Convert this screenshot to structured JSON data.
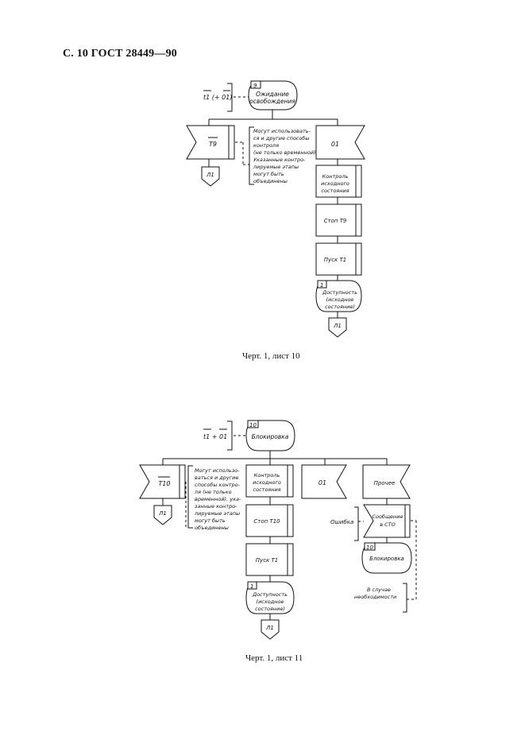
{
  "header": {
    "title": "С. 10 ГОСТ 28449—90"
  },
  "chart1": {
    "condition": "t1 (+ 01)",
    "state_num": "9",
    "state_label": [
      "Ожидание",
      "освобождения"
    ],
    "input_timer": "T9",
    "note": [
      "Могут использовать-",
      "ся и другие способы",
      "контроля",
      "(не только временной)",
      "Указанные контро-",
      "лируемые этапы",
      "могут быть",
      "объединены"
    ],
    "input_signal": "01",
    "connector_left": "Л1",
    "task1": [
      "Контроль",
      "исходного",
      "состояния"
    ],
    "task2": "Стоп Т9",
    "task3": "Пуск Т1",
    "next_state_num": "1",
    "next_state_label": [
      "Доступность",
      "(исходное",
      "состояние)"
    ],
    "connector_bottom": "Л1",
    "caption": "Черт. 1, лист 10"
  },
  "chart2": {
    "condition": "t1  + 01",
    "state_num": "10",
    "state_label": "Блокировка",
    "input_timer": "T10",
    "note": [
      "Могут использо-",
      "ваться и другие",
      "способы контро-",
      "ля (не только",
      "временной), ука-",
      "занные контро-",
      "лируемые этапы",
      "могут быть",
      "объединены"
    ],
    "input_signal": "01",
    "input_other": "Прочее",
    "connector_left": "Л1",
    "task1": [
      "Контроль",
      "исходного",
      "состояния"
    ],
    "task2": "Стоп Т10",
    "task3": "Пуск Т1",
    "error_label": "Ошибка",
    "output_msg": [
      "Сообщение",
      "в СТО"
    ],
    "next_state_num": "1",
    "next_state_label": [
      "Доступность",
      "(исходное",
      "состояние)"
    ],
    "side_state_num": "10",
    "side_state_label": "Блокировка",
    "if_needed": [
      "В случае",
      "необходимости"
    ],
    "connector_bottom": "Л1",
    "caption": "Черт. 1, лист 11"
  }
}
